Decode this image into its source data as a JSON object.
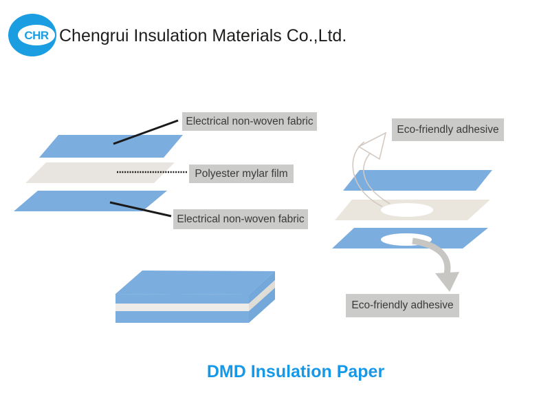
{
  "header": {
    "logo_text": "CHR",
    "company_name": "Chengrui Insulation Materials Co.,Ltd."
  },
  "exploded_view": {
    "label_top": "Electrical non-woven fabric",
    "label_middle": "Polyester mylar film",
    "label_bottom": "Electrical non-woven fabric",
    "layers": [
      {
        "layer": "top",
        "material": "Electrical non-woven fabric",
        "color": "#7badde"
      },
      {
        "layer": "middle",
        "material": "Polyester mylar film",
        "color": "#e8e5e0"
      },
      {
        "layer": "bottom",
        "material": "Electrical non-woven fabric",
        "color": "#7badde"
      }
    ]
  },
  "adhesive_view": {
    "label_top": "Eco-friendly adhesive",
    "label_bottom": "Eco-friendly adhesive"
  },
  "footer": {
    "title": "DMD Insulation Paper"
  },
  "colors": {
    "logo_blue": "#1b9de2",
    "title_blue": "#1598e8",
    "layer_blue": "#7badde",
    "layer_blue_dark": "#74a7da",
    "film_gray": "#e8e5e0",
    "film_cream": "#eae6dd",
    "stack_white": "#edece8",
    "stack_white_side": "#e0ddd6",
    "label_bg": "#cbcbca",
    "label_text": "#3a3a3a",
    "text_dark": "#1d1d1b",
    "line_black": "#1a1a1a",
    "arrow_gray": "#c8c6c3",
    "arrow_outline": "#d3c9c1"
  }
}
